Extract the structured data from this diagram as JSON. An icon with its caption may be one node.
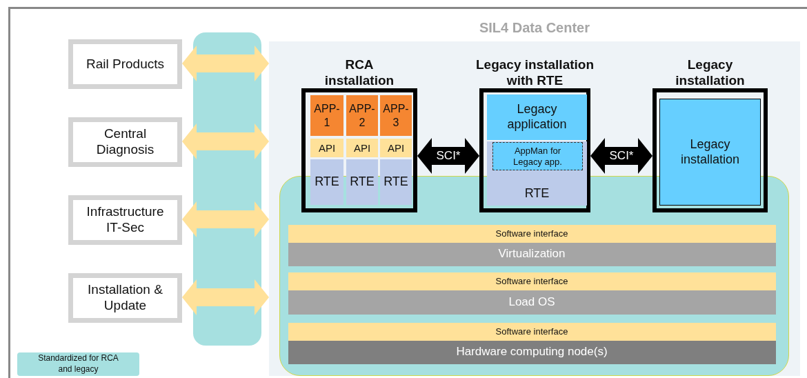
{
  "diagram": {
    "nodes": [
      {
        "text": [
          "Rail Products"
        ]
      },
      {
        "text": [
          "Central Diagnosis"
        ]
      },
      {
        "text": [
          "Infrastructure IT-Sec"
        ]
      },
      {
        "text": [
          "Installation & Update"
        ]
      },
      {
        "text": [
          "SIL4 Data Center"
        ]
      },
      {
        "text": [
          "RCA installation"
        ],
        "in": 4
      },
      {
        "text": [
          "APP-1"
        ],
        "in": 5
      },
      {
        "text": [
          "APP-2"
        ],
        "in": 5
      },
      {
        "text": [
          "APP-3"
        ],
        "in": 5
      },
      {
        "text": [
          "API"
        ],
        "in": 5
      },
      {
        "text": [
          "API"
        ],
        "in": 5
      },
      {
        "text": [
          "API"
        ],
        "in": 5
      },
      {
        "text": [
          "RTE"
        ],
        "in": 5
      },
      {
        "text": [
          "RTE"
        ],
        "in": 5
      },
      {
        "text": [
          "RTE"
        ],
        "in": 5
      },
      {
        "text": [
          "Legacy installation with RTE"
        ],
        "in": 4
      },
      {
        "text": [
          "Legacy application"
        ],
        "in": 15
      },
      {
        "text": [
          "RTE"
        ],
        "in": 15
      },
      {
        "text": [
          "AppMan for Legacy app."
        ],
        "in": 17
      },
      {
        "text": [
          "Legacy installation"
        ],
        "in": 4
      },
      {
        "text": [
          "Legacy installation"
        ],
        "in": 19
      },
      {
        "text": [],
        "shape": "box",
        "in": 4
      },
      {
        "text": [
          "Software interface"
        ],
        "in": 21
      },
      {
        "text": [
          "Virtualization"
        ],
        "in": 21
      },
      {
        "text": [
          "Software interface"
        ],
        "in": 21
      },
      {
        "text": [
          "Load OS"
        ],
        "in": 21
      },
      {
        "text": [
          "Software interface"
        ],
        "in": 21
      },
      {
        "text": [
          "Hardware computing node(s)"
        ],
        "in": 21
      }
    ],
    "edges": [
      {
        "from": 0,
        "to": 4,
        "arrow": "both"
      },
      {
        "from": 1,
        "to": 4,
        "arrow": "both"
      },
      {
        "from": 2,
        "to": 4,
        "arrow": "both"
      },
      {
        "from": 3,
        "to": 4,
        "arrow": "both"
      },
      {
        "from": 5,
        "to": 15,
        "arrow": "both",
        "label": "SCI*",
        "color": "#000000"
      },
      {
        "from": 15,
        "to": 19,
        "arrow": "both",
        "label": "SCI*",
        "color": "#000000"
      }
    ],
    "legend": [
      {
        "text": "Standardized for RCA and legacy",
        "color": "#a6e0e0"
      }
    ]
  }
}
